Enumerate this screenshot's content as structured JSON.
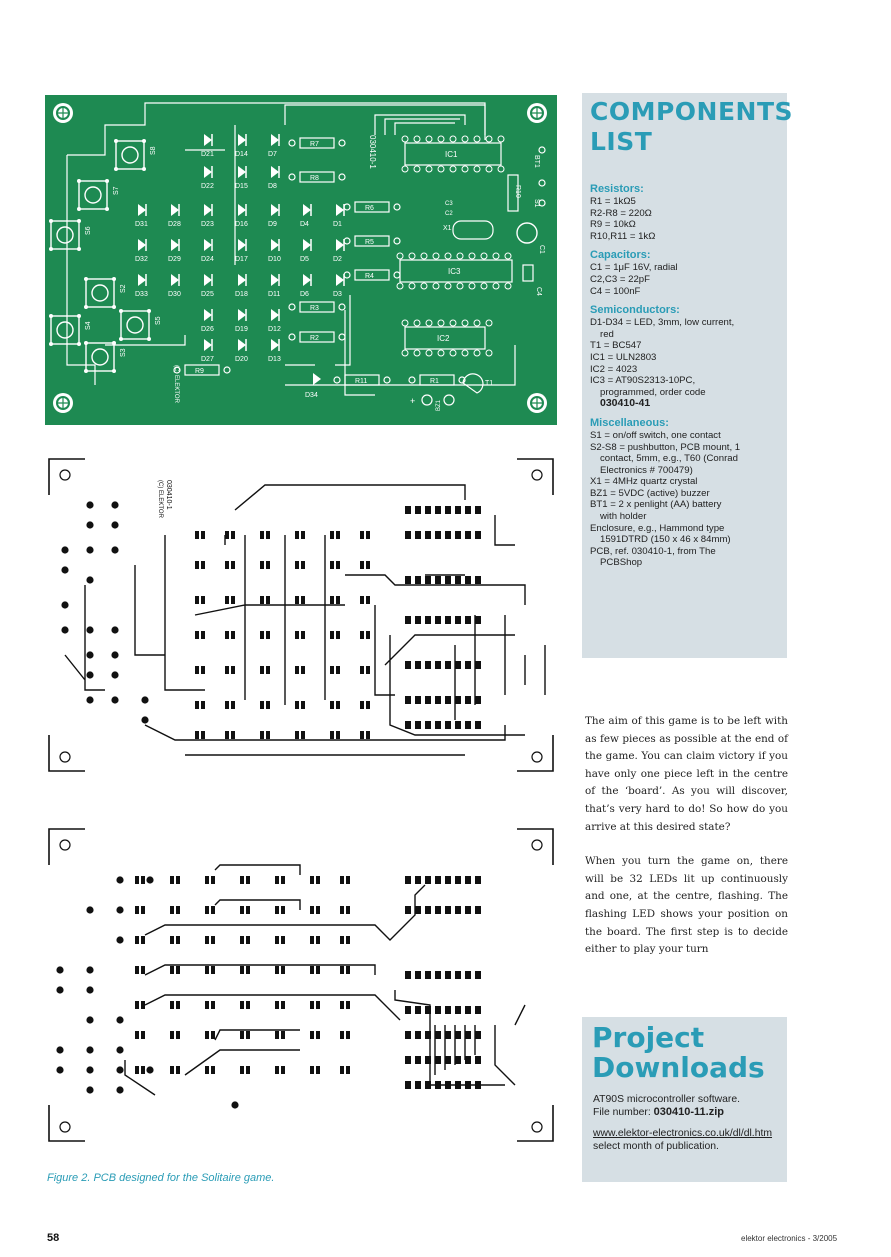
{
  "pcb": {
    "board_id": "030410-1",
    "board_copyright": "(C) ELEKTOR",
    "led_labels": [
      "D21",
      "D14",
      "D7",
      "D22",
      "D15",
      "D8",
      "D31",
      "D28",
      "D23",
      "D16",
      "D9",
      "D4",
      "D1",
      "D32",
      "D29",
      "D24",
      "D17",
      "D10",
      "D5",
      "D2",
      "D33",
      "D30",
      "D25",
      "D18",
      "D11",
      "D6",
      "D3",
      "D26",
      "D19",
      "D12",
      "D27",
      "D20",
      "D13",
      "D34"
    ],
    "switch_labels": [
      "S8",
      "S7",
      "S6",
      "S2",
      "S4",
      "S5",
      "S3",
      "S1"
    ],
    "resistor_labels": [
      "R7",
      "R8",
      "R6",
      "R5",
      "R4",
      "R3",
      "R2",
      "R9",
      "R11",
      "R1",
      "R10"
    ],
    "ic_labels": [
      "IC1",
      "IC2",
      "IC3"
    ],
    "misc_labels": [
      "C1",
      "C2",
      "C3",
      "C4",
      "X1",
      "T1",
      "BT1",
      "BZ1"
    ]
  },
  "components": {
    "title": "COMPONENTS LIST",
    "sections": [
      {
        "heading": "Resistors:",
        "lines": [
          "R1 = 1kΩ5",
          "R2-R8 = 220Ω",
          "R9 = 10kΩ",
          "R10,R11 = 1kΩ"
        ]
      },
      {
        "heading": "Capacitors:",
        "lines": [
          "C1 = 1μF 16V, radial",
          "C2,C3 = 22pF",
          "C4 = 100nF"
        ]
      },
      {
        "heading": "Semiconductors:",
        "lines": [
          "D1-D34 = LED, 3mm, low current,",
          "red",
          "T1 = BC547",
          "IC1 = ULN2803",
          "IC2 = 4023",
          "IC3 = AT90S2313-10PC,",
          "programmed, order code",
          "030410-41"
        ]
      },
      {
        "heading": "Miscellaneous:",
        "lines": [
          "S1 = on/off switch, one contact",
          "S2-S8 = pushbutton, PCB mount, 1",
          "contact, 5mm, e.g., T60 (Conrad",
          "Electronics # 700479)",
          "X1 = 4MHz quartz crystal",
          "BZ1 = 5VDC (active) buzzer",
          "BT1 = 2 x penlight (AA) battery",
          "with holder",
          "Enclosure, e.g., Hammond type",
          "1591DTRD (150 x 46 x 84mm)",
          "PCB, ref. 030410-1, from The",
          "PCBShop"
        ]
      }
    ]
  },
  "article": {
    "paragraphs": [
      "The aim of this game is to be left with as few pieces as possible at the end of the game. You can claim victory if you have only one piece left in the centre of the ‘board’. As you will discover, that’s very hard to do! So how do you arrive at this desired state?",
      "When you turn the game on, there will be 32 LEDs lit up continuously and one, at the centre, flashing. The flashing LED shows your position on the board. The first step is to decide either to play your turn"
    ]
  },
  "downloads": {
    "title": "Project Downloads",
    "line1": "AT90S microcontroller software.",
    "line2_prefix": "File number: ",
    "file": "030410-11.zip",
    "url": "www.elektor-electronics.co.uk/dl/dl.htm",
    "line4": "select month of publication."
  },
  "caption": "Figure 2. PCB designed for the Solitaire game.",
  "page_number": "58",
  "footer": "elektor electronics - 3/2005",
  "colors": {
    "accent": "#2a9cb6",
    "pcb_green": "#1e8a52",
    "sidebar_bg": "#d6dfe4"
  }
}
